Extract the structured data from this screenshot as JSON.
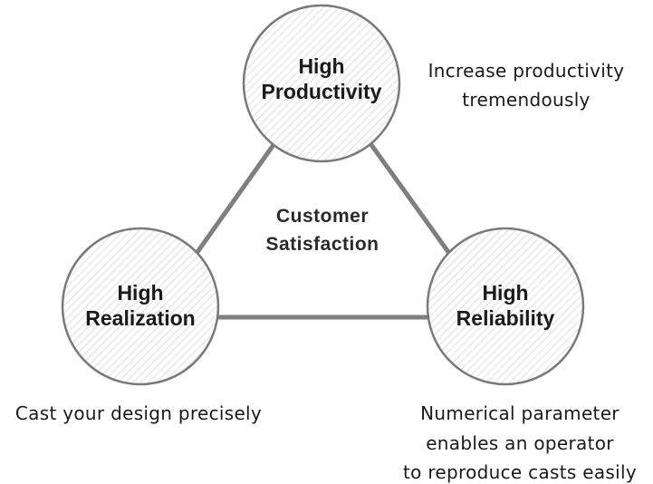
{
  "center": {
    "lines": [
      "Customer",
      "Satisfaction"
    ]
  },
  "nodes": {
    "productivity": {
      "title_lines": [
        "High",
        "Productivity"
      ],
      "caption_lines": [
        "Increase productivity",
        "tremendously"
      ]
    },
    "realization": {
      "title_lines": [
        "High",
        "Realization"
      ],
      "caption_lines": [
        "Cast your design precisely"
      ]
    },
    "reliability": {
      "title_lines": [
        "High",
        "Reliability"
      ],
      "caption_lines": [
        "Numerical parameter",
        "enables an operator",
        "to reproduce casts easily"
      ]
    }
  },
  "colors": {
    "circle_stroke": "#7a7a7a",
    "hatch": "#c8c8c8",
    "connector": "#7f7f7f",
    "text": "#1a1a1a"
  }
}
